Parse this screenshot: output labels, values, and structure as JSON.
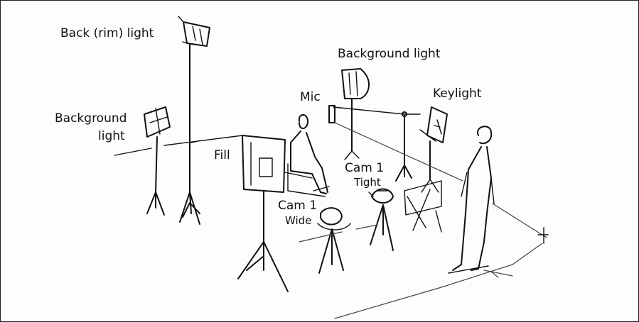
{
  "labels": {
    "back_rim_light": "Back (rim) light",
    "background_light_top": "Background light",
    "mic": "Mic",
    "keylight": "Keylight",
    "background_light_left_line1": "Background",
    "background_light_left_line2": "light",
    "fill": "Fill",
    "cam1_tight_line1": "Cam 1",
    "cam1_tight_line2": "Tight",
    "cam1_wide_line1": "Cam 1",
    "cam1_wide_line2": "Wide"
  },
  "colors": {
    "ink": "#111111",
    "paper": "#fdfdfd",
    "frame": "#222222"
  }
}
